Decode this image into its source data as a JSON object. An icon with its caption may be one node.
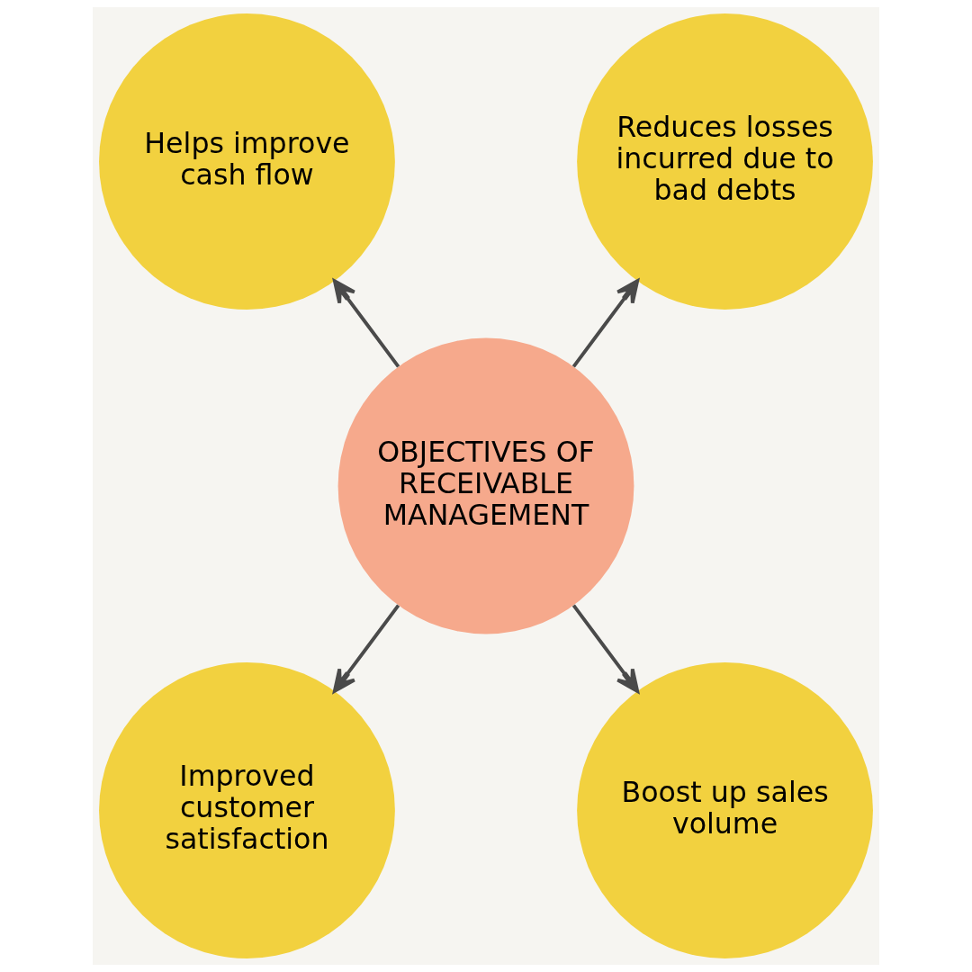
{
  "diagram": {
    "nodes": [
      {
        "text": [
          "Helps improve cash flow"
        ]
      },
      {
        "text": [
          "Reduces losses incurred due to bad debts"
        ]
      },
      {
        "text": [
          "OBJECTIVES OF RECEIVABLE MANAGEMENT"
        ]
      },
      {
        "text": [
          "Improved customer satisfaction"
        ]
      },
      {
        "text": [
          "Boost up sales volume"
        ]
      }
    ],
    "edges": [
      {
        "from": 2,
        "to": 0,
        "arrow": "to"
      },
      {
        "from": 2,
        "to": 1,
        "arrow": "to"
      },
      {
        "from": 2,
        "to": 3,
        "arrow": "to"
      },
      {
        "from": 2,
        "to": 4,
        "arrow": "to"
      }
    ]
  }
}
